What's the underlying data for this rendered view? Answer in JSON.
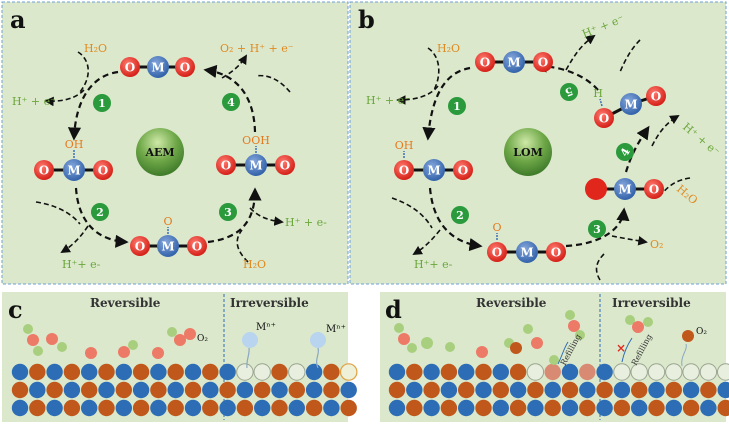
{
  "panels": {
    "a": {
      "letter": "a",
      "center_label": "AEM",
      "atoms": {
        "O": "O",
        "M": "M"
      },
      "adsorbates": {
        "oh": "OH",
        "o": "O",
        "ooh": "OOH"
      },
      "steps": [
        "1",
        "2",
        "3",
        "4"
      ],
      "texts": {
        "h2o_top": "H₂O",
        "hpe_1": "H⁺ + e⁻",
        "o2_products": "O₂ + H⁺ + e⁻",
        "hpe_2": "H⁺+ e-",
        "hpe_3": "H⁺ + e-",
        "h2o_bottom": "H₂O"
      }
    },
    "b": {
      "letter": "b",
      "center_label": "LOM",
      "atoms": {
        "O": "O",
        "M": "M"
      },
      "adsorbates": {
        "oh": "OH",
        "o": "O",
        "h": "H"
      },
      "steps": [
        "1",
        "2",
        "3",
        "4",
        "5"
      ],
      "texts": {
        "h2o_top": "H₂O",
        "hpe_1": "H⁺ + e⁻",
        "hpe_top": "H⁺ + e⁻",
        "hpe_right": "H⁺ + e⁻",
        "h2o_right": "H₂O",
        "o2": "O₂",
        "hpe_2": "H⁺+ e-"
      }
    },
    "c": {
      "letter": "c",
      "reversible": "Reversible",
      "irreversible": "Irreversible",
      "o2": "O₂",
      "ion_1": "Mⁿ⁺",
      "ion_2": "Mⁿ⁺"
    },
    "d": {
      "letter": "d",
      "reversible": "Reversible",
      "irreversible": "Irreversible",
      "refilling_1": "Refilling",
      "refilling_2": "Refilling",
      "blocked": "×",
      "o2": "O₂"
    }
  },
  "colors": {
    "panel_bg": "#dbe8cc",
    "panel_border": "#6fa0d6",
    "oxygen": "#e1261c",
    "metal": "#3c6fb5",
    "adsorbate_orange": "#e57a1e",
    "water_orange": "#e08a1f",
    "proton_green": "#6aa63a",
    "step_green": "#2a9a3c",
    "blue_site": "#2d6db5",
    "brown_site": "#c0581c",
    "ion_blue": "#b8d4ef",
    "salmon": "#ec7a66",
    "light_green": "#a8cf7e"
  }
}
